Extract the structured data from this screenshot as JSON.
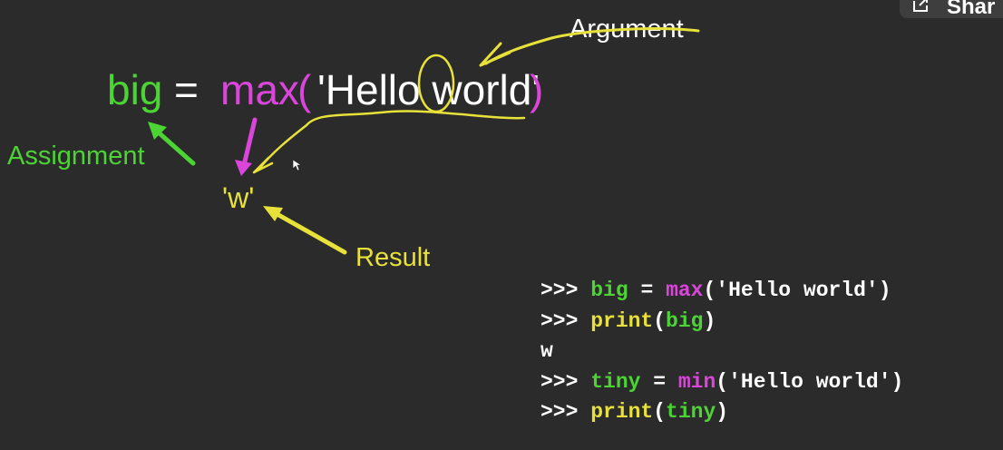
{
  "share_button": {
    "label": "Shar"
  },
  "statement": {
    "variable": "big",
    "equals": "=",
    "function": "max",
    "open_paren": "(",
    "argument": "'Hello world'",
    "close_paren": ")"
  },
  "result_value": "'w'",
  "labels": {
    "assignment": "Assignment",
    "result": "Result",
    "argument": "Argument"
  },
  "console": {
    "lines": [
      [
        {
          "text": ">>> ",
          "color": "#ffffff"
        },
        {
          "text": "big",
          "color": "#4cd435"
        },
        {
          "text": " = ",
          "color": "#ffffff"
        },
        {
          "text": "max",
          "color": "#d946d9"
        },
        {
          "text": "('Hello world')",
          "color": "#ffffff"
        }
      ],
      [
        {
          "text": ">>> ",
          "color": "#ffffff"
        },
        {
          "text": "print",
          "color": "#e8e13a"
        },
        {
          "text": "(",
          "color": "#ffffff"
        },
        {
          "text": "big",
          "color": "#4cd435"
        },
        {
          "text": ")",
          "color": "#ffffff"
        }
      ],
      [
        {
          "text": "w",
          "color": "#ffffff"
        }
      ],
      [
        {
          "text": ">>> ",
          "color": "#ffffff"
        },
        {
          "text": "tiny",
          "color": "#4cd435"
        },
        {
          "text": " = ",
          "color": "#ffffff"
        },
        {
          "text": "min",
          "color": "#d946d9"
        },
        {
          "text": "('Hello world')",
          "color": "#ffffff"
        }
      ],
      [
        {
          "text": ">>> ",
          "color": "#ffffff"
        },
        {
          "text": "print",
          "color": "#e8e13a"
        },
        {
          "text": "(",
          "color": "#ffffff"
        },
        {
          "text": "tiny",
          "color": "#4cd435"
        },
        {
          "text": ")",
          "color": "#ffffff"
        }
      ]
    ]
  },
  "colors": {
    "background": "#2b2b2b",
    "variable": "#4cd435",
    "function": "#d946d9",
    "builtin": "#e8e13a",
    "text": "#ffffff"
  }
}
